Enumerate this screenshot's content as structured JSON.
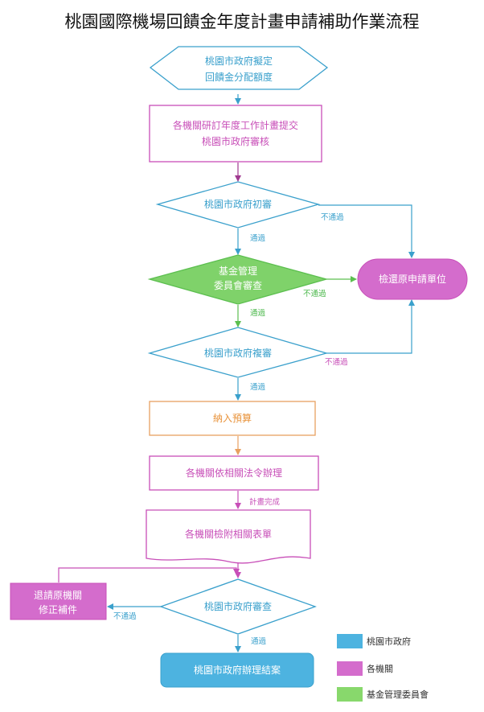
{
  "title": "桃園國際機場回饋金年度計畫申請補助作業流程",
  "nodes": {
    "start": [
      "桃園市政府擬定",
      "回饋金分配額度"
    ],
    "plan": [
      "各機關研訂年度工作計畫提交",
      "桃園市政府審核"
    ],
    "first_review": "桃園市政府初審",
    "committee": [
      "基金管理",
      "委員會審查"
    ],
    "return": "檢還原申請單位",
    "re_review": "桃園市政府複審",
    "budget": "納入預算",
    "execute": "各機關依相關法令辦理",
    "attach": "各機關檢附相關表單",
    "gov_review": "桃園市政府審查",
    "resubmit": [
      "退請原機關",
      "修正補件"
    ],
    "close": "桃園市政府辦理結案"
  },
  "edge_labels": {
    "pass": "通過",
    "fail": "不通過",
    "plan_done": "計畫完成"
  },
  "legend": [
    {
      "label": "桃園市政府",
      "color": "#4db3e0"
    },
    {
      "label": "各機關",
      "color": "#d46ccc"
    },
    {
      "label": "基金管理委員會",
      "color": "#88d86c"
    }
  ],
  "colors": {
    "blue": "#3aa0cc",
    "pink": "#c84fb8",
    "green": "#5cbf4f",
    "orange": "#e8a060",
    "blue_fill": "#4db3e0",
    "pink_fill": "#d46ccc",
    "green_fill": "#7fd26a"
  }
}
